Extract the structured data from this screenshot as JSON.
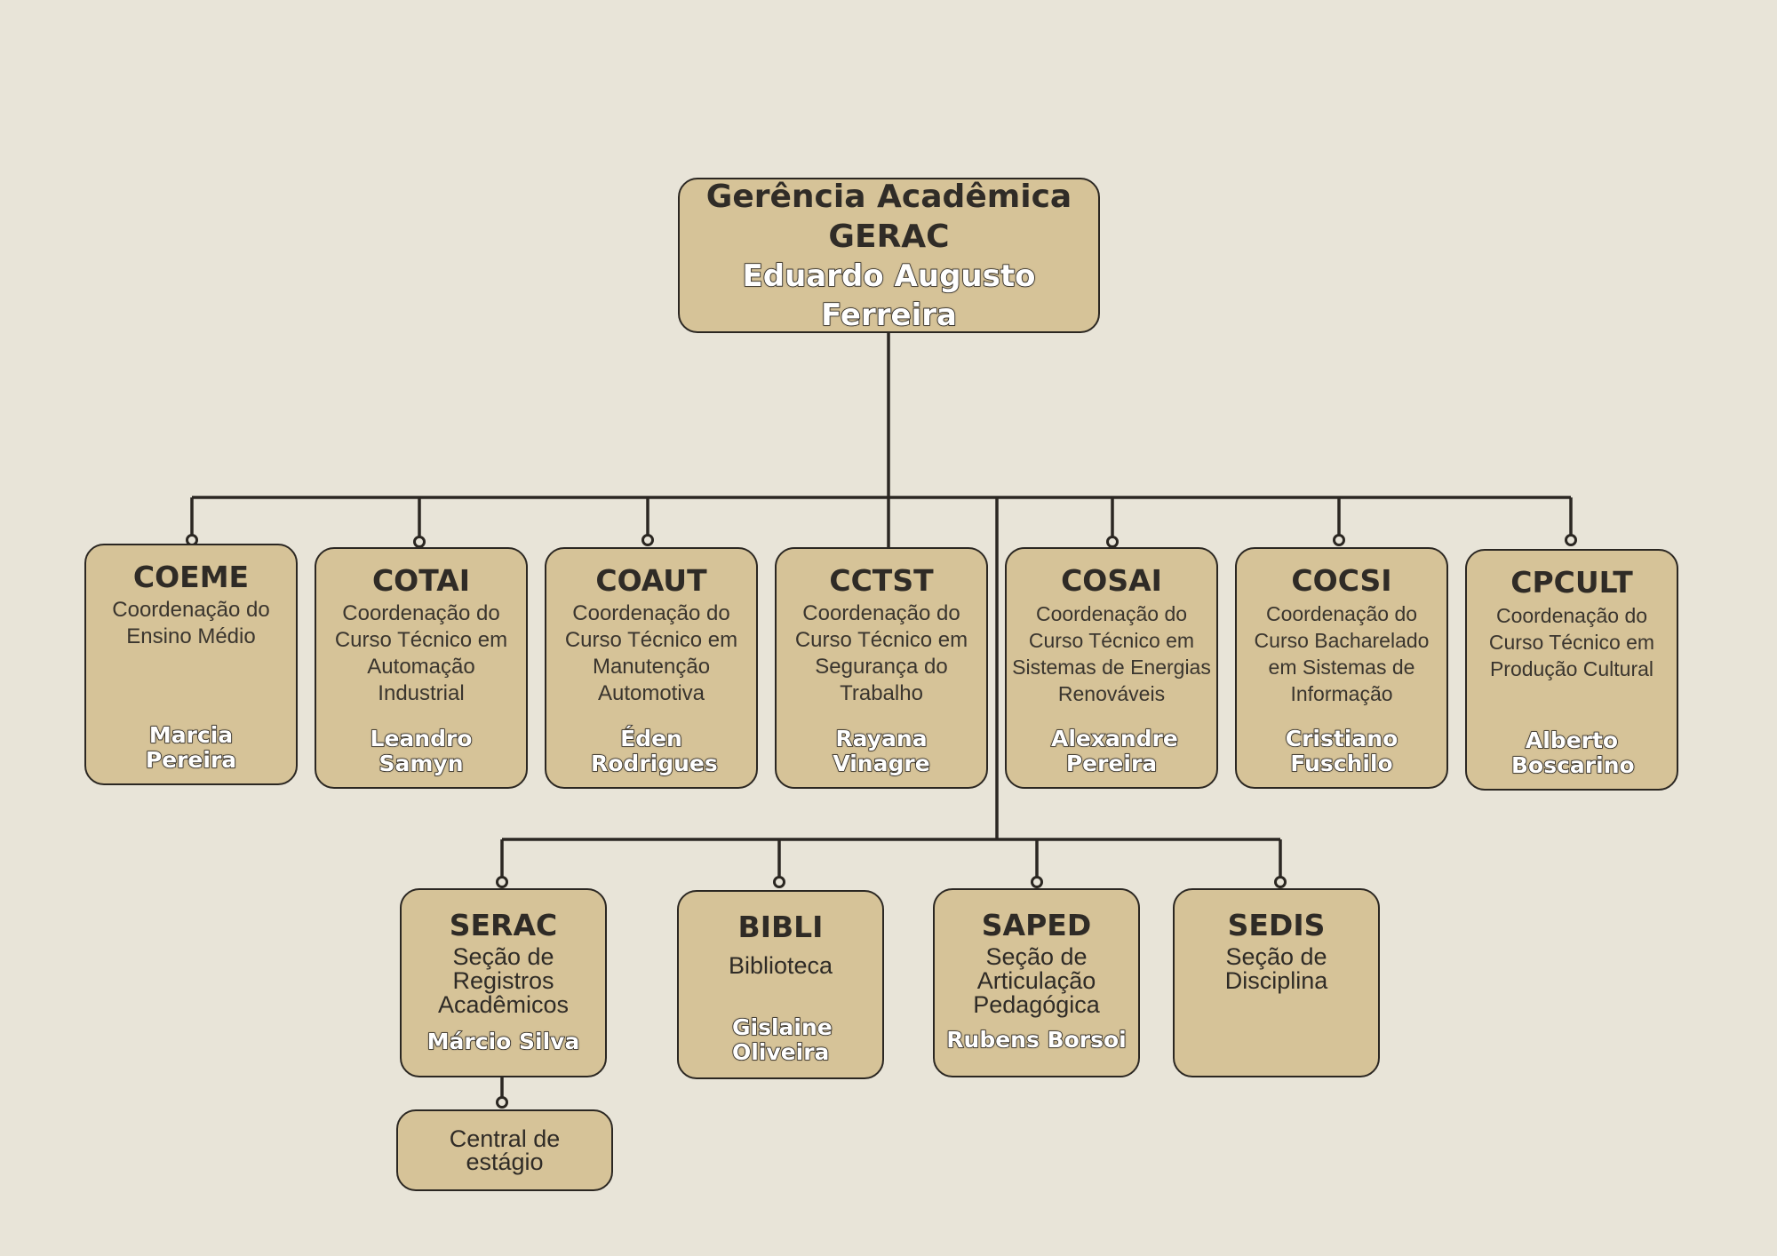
{
  "root": {
    "title": "Gerência Acadêmica",
    "code": "GERAC",
    "head": "Eduardo Augusto Ferreira"
  },
  "coordinations": [
    {
      "code": "COEME",
      "desc": "Coordenação do Ensino Médio",
      "head": "Marcia Pereira"
    },
    {
      "code": "COTAI",
      "desc": "Coordenação do Curso Técnico em Automação Industrial",
      "head": "Leandro Samyn"
    },
    {
      "code": "COAUT",
      "desc": "Coordenação do Curso Técnico em Manutenção Automotiva",
      "head": "Éden Rodrigues"
    },
    {
      "code": "CCTST",
      "desc": "Coordenação do Curso Técnico em Segurança do Trabalho",
      "head": "Rayana Vinagre"
    },
    {
      "code": "COSAI",
      "desc": "Coordenação do Curso Técnico em Sistemas de Energias Renováveis",
      "head": "Alexandre Pereira"
    },
    {
      "code": "COCSI",
      "desc": "Coordenação do Curso Bacharelado em Sistemas de Informação",
      "head": "Cristiano Fuschilo"
    },
    {
      "code": "CPCULT",
      "desc": "Coordenação do Curso Técnico em Produção Cultural",
      "head": "Alberto Boscarino"
    }
  ],
  "sections": [
    {
      "code": "SERAC",
      "desc": "Seção de Registros Acadêmicos",
      "head": "Márcio Silva"
    },
    {
      "code": "BIBLI",
      "desc": "Biblioteca",
      "head": "Gislaine Oliveira"
    },
    {
      "code": "SAPED",
      "desc": "Seção de Articulação Pedagógica",
      "head": "Rubens Borsoi"
    },
    {
      "code": "SEDIS",
      "desc": "Seção de Disciplina",
      "head": ""
    }
  ],
  "sub_units": [
    {
      "desc": "Central de estágio"
    }
  ],
  "colors": {
    "background": "#e8e4d8",
    "box_fill": "#d6c398",
    "line": "#2b2722",
    "text": "#2f2b26"
  }
}
